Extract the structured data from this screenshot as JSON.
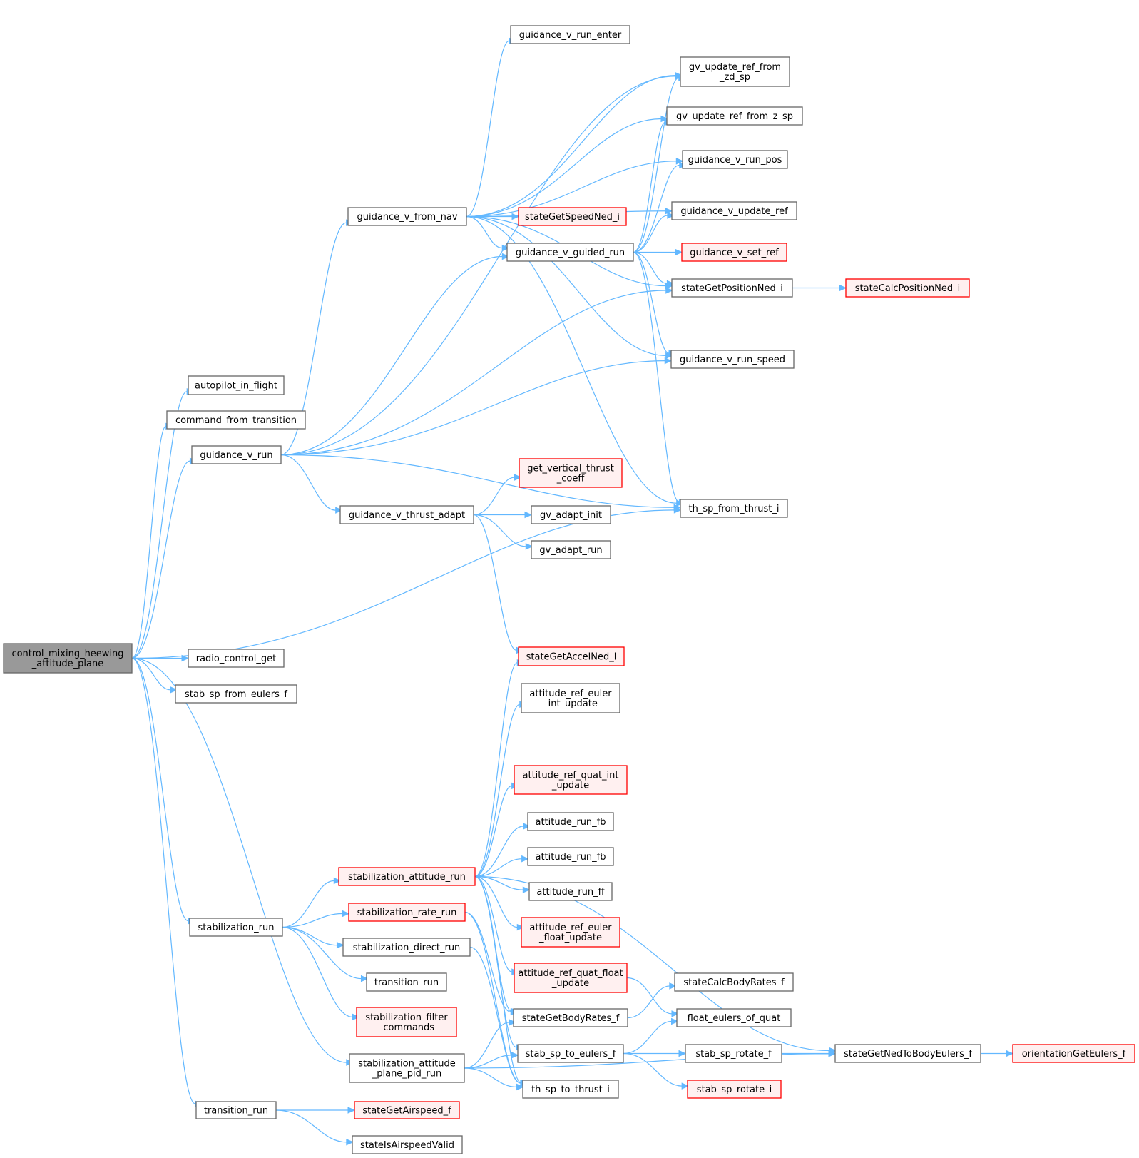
{
  "colors": {
    "edge": "#63b8ff",
    "root_fill": "#999999",
    "root_stroke": "#666666",
    "normal_fill": "#ffffff",
    "normal_stroke": "#666666",
    "truncated_fill": "#fff0f0",
    "truncated_stroke": "#ff0000"
  },
  "nodes": [
    {
      "id": "root",
      "kind": "root",
      "lines": [
        "control_mixing_heewing",
        "_attitude_plane"
      ]
    },
    {
      "id": "autopilot_in_flight",
      "kind": "normal",
      "lines": [
        "autopilot_in_flight"
      ]
    },
    {
      "id": "command_from_transition",
      "kind": "normal",
      "lines": [
        "command_from_transition"
      ]
    },
    {
      "id": "guidance_v_run",
      "kind": "normal",
      "lines": [
        "guidance_v_run"
      ]
    },
    {
      "id": "radio_control_get",
      "kind": "normal",
      "lines": [
        "radio_control_get"
      ]
    },
    {
      "id": "stab_sp_from_eulers_f",
      "kind": "normal",
      "lines": [
        "stab_sp_from_eulers_f"
      ]
    },
    {
      "id": "stabilization_run",
      "kind": "normal",
      "lines": [
        "stabilization_run"
      ]
    },
    {
      "id": "transition_run_l",
      "kind": "normal",
      "lines": [
        "transition_run"
      ]
    },
    {
      "id": "guidance_v_from_nav",
      "kind": "normal",
      "lines": [
        "guidance_v_from_nav"
      ]
    },
    {
      "id": "guidance_v_thrust_adapt",
      "kind": "normal",
      "lines": [
        "guidance_v_thrust_adapt"
      ]
    },
    {
      "id": "stabilization_attitude_run",
      "kind": "truncated",
      "lines": [
        "stabilization_attitude_run"
      ]
    },
    {
      "id": "stabilization_rate_run",
      "kind": "truncated",
      "lines": [
        "stabilization_rate_run"
      ]
    },
    {
      "id": "stabilization_direct_run",
      "kind": "normal",
      "lines": [
        "stabilization_direct_run"
      ]
    },
    {
      "id": "transition_run_m",
      "kind": "normal",
      "lines": [
        "transition_run"
      ]
    },
    {
      "id": "stabilization_filter_commands",
      "kind": "truncated",
      "lines": [
        "stabilization_filter",
        "_commands"
      ]
    },
    {
      "id": "stabilization_attitude_plane_pid_run",
      "kind": "normal",
      "lines": [
        "stabilization_attitude",
        "_plane_pid_run"
      ]
    },
    {
      "id": "stateGetAirspeed_f",
      "kind": "truncated",
      "lines": [
        "stateGetAirspeed_f"
      ]
    },
    {
      "id": "stateIsAirspeedValid",
      "kind": "normal",
      "lines": [
        "stateIsAirspeedValid"
      ]
    },
    {
      "id": "guidance_v_run_enter",
      "kind": "normal",
      "lines": [
        "guidance_v_run_enter"
      ]
    },
    {
      "id": "stateGetSpeedNed_i",
      "kind": "truncated",
      "lines": [
        "stateGetSpeedNed_i"
      ]
    },
    {
      "id": "guidance_v_guided_run",
      "kind": "normal",
      "lines": [
        "guidance_v_guided_run"
      ]
    },
    {
      "id": "get_vertical_thrust_coeff",
      "kind": "truncated",
      "lines": [
        "get_vertical_thrust",
        "_coeff"
      ]
    },
    {
      "id": "gv_adapt_init",
      "kind": "normal",
      "lines": [
        "gv_adapt_init"
      ]
    },
    {
      "id": "gv_adapt_run",
      "kind": "normal",
      "lines": [
        "gv_adapt_run"
      ]
    },
    {
      "id": "stateGetAccelNed_i",
      "kind": "truncated",
      "lines": [
        "stateGetAccelNed_i"
      ]
    },
    {
      "id": "attitude_ref_euler_int_update",
      "kind": "normal",
      "lines": [
        "attitude_ref_euler",
        "_int_update"
      ]
    },
    {
      "id": "attitude_ref_quat_int_update",
      "kind": "truncated",
      "lines": [
        "attitude_ref_quat_int",
        "_update"
      ]
    },
    {
      "id": "attitude_run_fb_1",
      "kind": "normal",
      "lines": [
        "attitude_run_fb"
      ]
    },
    {
      "id": "attitude_run_fb_2",
      "kind": "normal",
      "lines": [
        "attitude_run_fb"
      ]
    },
    {
      "id": "attitude_run_ff",
      "kind": "normal",
      "lines": [
        "attitude_run_ff"
      ]
    },
    {
      "id": "attitude_ref_euler_float_update",
      "kind": "truncated",
      "lines": [
        "attitude_ref_euler",
        "_float_update"
      ]
    },
    {
      "id": "attitude_ref_quat_float_update",
      "kind": "truncated",
      "lines": [
        "attitude_ref_quat_float",
        "_update"
      ]
    },
    {
      "id": "stateGetBodyRates_f",
      "kind": "normal",
      "lines": [
        "stateGetBodyRates_f"
      ]
    },
    {
      "id": "stab_sp_to_eulers_f",
      "kind": "normal",
      "lines": [
        "stab_sp_to_eulers_f"
      ]
    },
    {
      "id": "th_sp_to_thrust_i",
      "kind": "normal",
      "lines": [
        "th_sp_to_thrust_i"
      ]
    },
    {
      "id": "gv_update_ref_from_zd_sp",
      "kind": "normal",
      "lines": [
        "gv_update_ref_from",
        "_zd_sp"
      ]
    },
    {
      "id": "gv_update_ref_from_z_sp",
      "kind": "normal",
      "lines": [
        "gv_update_ref_from_z_sp"
      ]
    },
    {
      "id": "guidance_v_run_pos",
      "kind": "normal",
      "lines": [
        "guidance_v_run_pos"
      ]
    },
    {
      "id": "guidance_v_update_ref",
      "kind": "normal",
      "lines": [
        "guidance_v_update_ref"
      ]
    },
    {
      "id": "guidance_v_set_ref",
      "kind": "truncated",
      "lines": [
        "guidance_v_set_ref"
      ]
    },
    {
      "id": "stateGetPositionNed_i",
      "kind": "normal",
      "lines": [
        "stateGetPositionNed_i"
      ]
    },
    {
      "id": "guidance_v_run_speed",
      "kind": "normal",
      "lines": [
        "guidance_v_run_speed"
      ]
    },
    {
      "id": "th_sp_from_thrust_i",
      "kind": "normal",
      "lines": [
        "th_sp_from_thrust_i"
      ]
    },
    {
      "id": "stateCalcBodyRates_f",
      "kind": "normal",
      "lines": [
        "stateCalcBodyRates_f"
      ]
    },
    {
      "id": "float_eulers_of_quat",
      "kind": "normal",
      "lines": [
        "float_eulers_of_quat"
      ]
    },
    {
      "id": "stab_sp_rotate_f",
      "kind": "normal",
      "lines": [
        "stab_sp_rotate_f"
      ]
    },
    {
      "id": "stab_sp_rotate_i",
      "kind": "truncated",
      "lines": [
        "stab_sp_rotate_i"
      ]
    },
    {
      "id": "stateCalcPositionNed_i",
      "kind": "truncated",
      "lines": [
        "stateCalcPositionNed_i"
      ]
    },
    {
      "id": "stateGetNedToBodyEulers_f",
      "kind": "normal",
      "lines": [
        "stateGetNedToBodyEulers_f"
      ]
    },
    {
      "id": "orientationGetEulers_f",
      "kind": "truncated",
      "lines": [
        "orientationGetEulers_f"
      ]
    }
  ],
  "edges": [
    [
      "root",
      "autopilot_in_flight"
    ],
    [
      "root",
      "command_from_transition"
    ],
    [
      "root",
      "guidance_v_run"
    ],
    [
      "root",
      "th_sp_from_thrust_i"
    ],
    [
      "root",
      "radio_control_get"
    ],
    [
      "root",
      "stab_sp_from_eulers_f"
    ],
    [
      "root",
      "stabilization_run"
    ],
    [
      "root",
      "stabilization_attitude_plane_pid_run"
    ],
    [
      "root",
      "transition_run_l"
    ],
    [
      "guidance_v_run",
      "gv_update_ref_from_zd_sp"
    ],
    [
      "guidance_v_run",
      "guidance_v_from_nav"
    ],
    [
      "guidance_v_run",
      "guidance_v_guided_run"
    ],
    [
      "guidance_v_run",
      "stateGetPositionNed_i"
    ],
    [
      "guidance_v_run",
      "guidance_v_run_speed"
    ],
    [
      "guidance_v_run",
      "guidance_v_thrust_adapt"
    ],
    [
      "guidance_v_run",
      "th_sp_from_thrust_i"
    ],
    [
      "guidance_v_from_nav",
      "guidance_v_run_enter"
    ],
    [
      "guidance_v_from_nav",
      "gv_update_ref_from_zd_sp"
    ],
    [
      "guidance_v_from_nav",
      "gv_update_ref_from_z_sp"
    ],
    [
      "guidance_v_from_nav",
      "guidance_v_run_pos"
    ],
    [
      "guidance_v_from_nav",
      "guidance_v_update_ref"
    ],
    [
      "guidance_v_from_nav",
      "stateGetSpeedNed_i"
    ],
    [
      "guidance_v_from_nav",
      "guidance_v_guided_run"
    ],
    [
      "guidance_v_from_nav",
      "stateGetPositionNed_i"
    ],
    [
      "guidance_v_from_nav",
      "guidance_v_run_speed"
    ],
    [
      "guidance_v_from_nav",
      "th_sp_from_thrust_i"
    ],
    [
      "guidance_v_guided_run",
      "gv_update_ref_from_zd_sp"
    ],
    [
      "guidance_v_guided_run",
      "gv_update_ref_from_z_sp"
    ],
    [
      "guidance_v_guided_run",
      "guidance_v_run_pos"
    ],
    [
      "guidance_v_guided_run",
      "guidance_v_update_ref"
    ],
    [
      "guidance_v_guided_run",
      "guidance_v_set_ref"
    ],
    [
      "guidance_v_guided_run",
      "stateGetPositionNed_i"
    ],
    [
      "guidance_v_guided_run",
      "guidance_v_run_speed"
    ],
    [
      "guidance_v_guided_run",
      "th_sp_from_thrust_i"
    ],
    [
      "stateGetPositionNed_i",
      "stateCalcPositionNed_i"
    ],
    [
      "guidance_v_thrust_adapt",
      "get_vertical_thrust_coeff"
    ],
    [
      "guidance_v_thrust_adapt",
      "gv_adapt_init"
    ],
    [
      "guidance_v_thrust_adapt",
      "gv_adapt_run"
    ],
    [
      "guidance_v_thrust_adapt",
      "stateGetAccelNed_i"
    ],
    [
      "stabilization_run",
      "stabilization_attitude_run"
    ],
    [
      "stabilization_run",
      "stabilization_rate_run"
    ],
    [
      "stabilization_run",
      "stabilization_direct_run"
    ],
    [
      "stabilization_run",
      "transition_run_m"
    ],
    [
      "stabilization_run",
      "stabilization_filter_commands"
    ],
    [
      "stabilization_attitude_run",
      "stateGetAccelNed_i"
    ],
    [
      "stabilization_attitude_run",
      "attitude_ref_euler_int_update"
    ],
    [
      "stabilization_attitude_run",
      "stateGetNedToBodyEulers_f"
    ],
    [
      "stabilization_attitude_run",
      "attitude_ref_quat_int_update"
    ],
    [
      "stabilization_attitude_run",
      "attitude_run_fb_1"
    ],
    [
      "stabilization_attitude_run",
      "attitude_run_fb_2"
    ],
    [
      "stabilization_attitude_run",
      "attitude_run_ff"
    ],
    [
      "stabilization_attitude_run",
      "attitude_ref_euler_float_update"
    ],
    [
      "stabilization_attitude_run",
      "attitude_ref_quat_float_update"
    ],
    [
      "stabilization_attitude_run",
      "stateGetBodyRates_f"
    ],
    [
      "stabilization_attitude_run",
      "stab_sp_to_eulers_f"
    ],
    [
      "stabilization_attitude_run",
      "th_sp_to_thrust_i"
    ],
    [
      "stabilization_rate_run",
      "stateGetBodyRates_f"
    ],
    [
      "stabilization_rate_run",
      "th_sp_to_thrust_i"
    ],
    [
      "stabilization_direct_run",
      "th_sp_to_thrust_i"
    ],
    [
      "attitude_ref_quat_float_update",
      "float_eulers_of_quat"
    ],
    [
      "stateGetBodyRates_f",
      "stateCalcBodyRates_f"
    ],
    [
      "stab_sp_to_eulers_f",
      "float_eulers_of_quat"
    ],
    [
      "stab_sp_to_eulers_f",
      "stab_sp_rotate_f"
    ],
    [
      "stab_sp_to_eulers_f",
      "stab_sp_rotate_i"
    ],
    [
      "stab_sp_rotate_f",
      "stateGetNedToBodyEulers_f"
    ],
    [
      "stateGetNedToBodyEulers_f",
      "orientationGetEulers_f"
    ],
    [
      "stabilization_attitude_plane_pid_run",
      "stateGetBodyRates_f"
    ],
    [
      "stabilization_attitude_plane_pid_run",
      "stab_sp_to_eulers_f"
    ],
    [
      "stabilization_attitude_plane_pid_run",
      "th_sp_to_thrust_i"
    ],
    [
      "stabilization_attitude_plane_pid_run",
      "stateGetNedToBodyEulers_f"
    ],
    [
      "transition_run_l",
      "stateGetAirspeed_f"
    ],
    [
      "transition_run_l",
      "stateIsAirspeedValid"
    ]
  ]
}
